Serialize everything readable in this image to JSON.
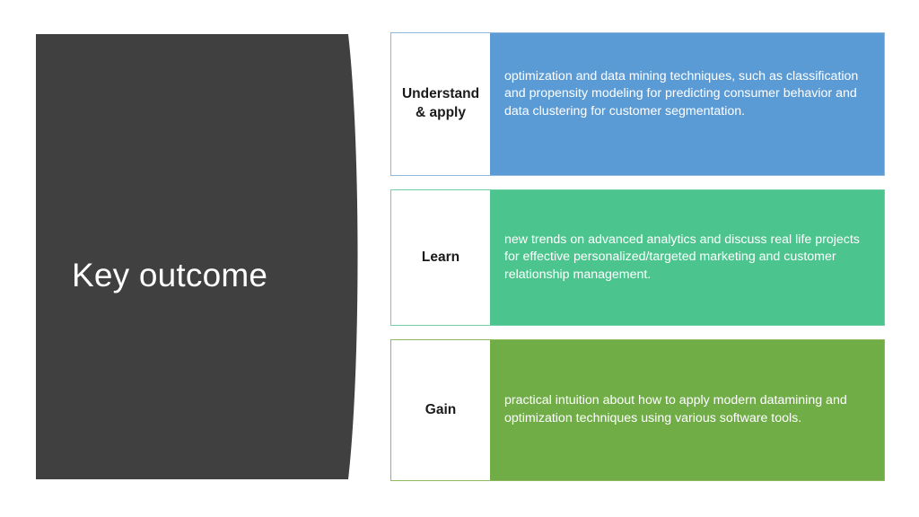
{
  "slide": {
    "title": "Key outcome",
    "banner_color": "#404040",
    "background_color": "#ffffff"
  },
  "rows": [
    {
      "label": "Understand\n& apply",
      "label_line_1": "Understand",
      "label_line_2": "& apply",
      "text": "optimization and data mining techniques, such as classification and propensity modeling for predicting consumer behavior and data clustering for customer segmentation.",
      "accent_color": "#5B9BD5",
      "border_color": "#8FB8DC"
    },
    {
      "label": "Learn",
      "text": "new trends on advanced analytics and discuss real life projects for effective personalized/targeted marketing and customer relationship management.",
      "accent_color": "#4BC58D",
      "border_color": "#6FD0A6"
    },
    {
      "label": "Gain",
      "text": "practical intuition about how to apply modern datamining and optimization techniques using various software tools.",
      "accent_color": "#70AD47",
      "border_color": "#8FB95F"
    }
  ]
}
